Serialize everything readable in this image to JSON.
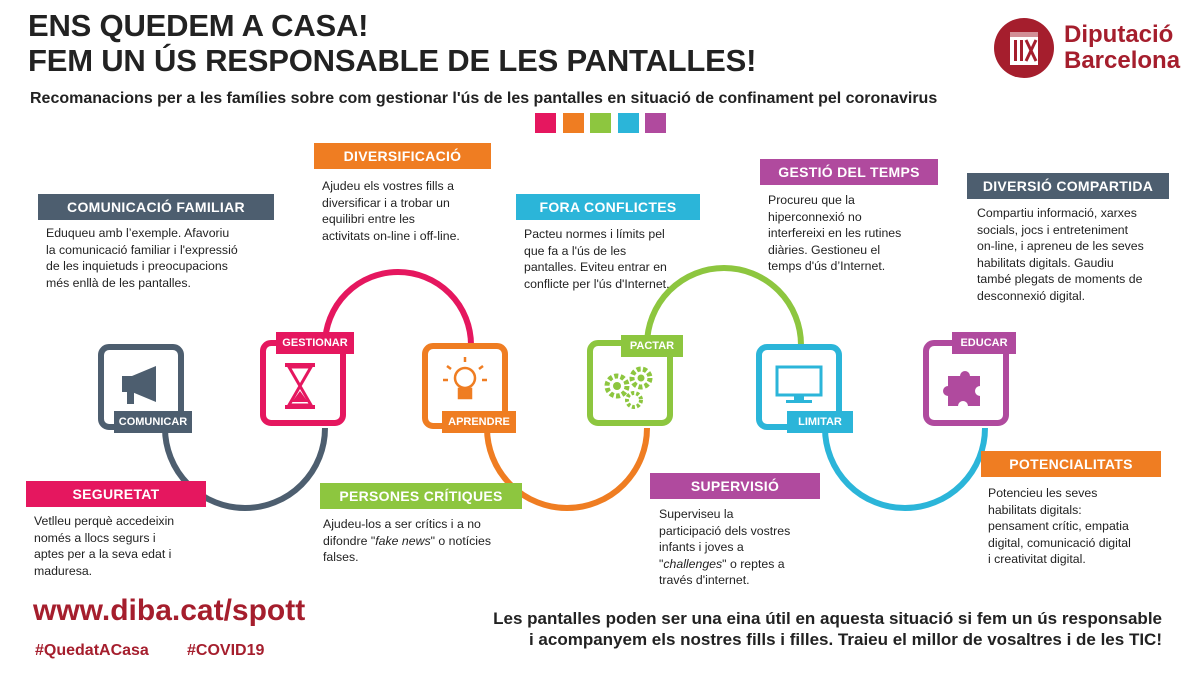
{
  "header": {
    "title_line1": "ENS QUEDEM A CASA!",
    "title_line2": "FEM UN ÚS RESPONSABLE DE LES PANTALLES!",
    "subtitle": "Recomanacions per a les famílies sobre com gestionar l'ús de les pantalles en situació de confinament pel coronavirus"
  },
  "logo": {
    "line1": "Diputació",
    "line2": "Barcelona",
    "color": "#a51e2d"
  },
  "palette": [
    "#e5175f",
    "#ef7d22",
    "#8dc63f",
    "#2bb5d9",
    "#b04a9e"
  ],
  "icons": {
    "comunicar": "megaphone-icon",
    "gestionar": "hourglass-icon",
    "aprendre": "lightbulb-icon",
    "pactar": "gears-icon",
    "limitar": "monitor-icon",
    "educar": "puzzle-icon"
  },
  "stations": {
    "comunicar": "COMUNICAR",
    "gestionar": "GESTIONAR",
    "aprendre": "APRENDRE",
    "pactar": "PACTAR",
    "limitar": "LIMITAR",
    "educar": "EDUCAR"
  },
  "cards": {
    "comunicacio": {
      "title": "COMUNICACIÓ FAMILIAR",
      "lines": [
        "Eduqueu amb l’exemple. Afavoriu",
        "la comunicació familiar i l'expressió",
        "de les inquietuds i preocupacions",
        "més enllà de les pantalles."
      ]
    },
    "diversificacio": {
      "title": "DIVERSIFICACIÓ",
      "lines": [
        "Ajudeu els vostres fills a",
        "diversificar i a trobar un",
        "equilibri entre les",
        "activitats on-line i off-line."
      ]
    },
    "fora": {
      "title": "FORA CONFLICTES",
      "lines": [
        "Pacteu normes i límits pel",
        "que fa a l'ús de les",
        "pantalles. Eviteu entrar en",
        "conflicte per l'ús d'Internet."
      ]
    },
    "gestio": {
      "title": "GESTIÓ DEL TEMPS",
      "lines": [
        "Procureu que la",
        "hiperconnexió no",
        "interfereixi en les rutines",
        "diàries. Gestioneu el",
        "temps d'ús d’Internet."
      ]
    },
    "diversio": {
      "title": "DIVERSIÓ COMPARTIDA",
      "lines": [
        "Compartiu informació, xarxes",
        "socials, jocs i entreteniment",
        "on-line, i apreneu de les seves",
        "habilitats digitals. Gaudiu",
        "també plegats de moments de",
        "desconnexió digital."
      ]
    },
    "seguretat": {
      "title": "SEGURETAT",
      "lines": [
        "Vetlleu perquè accedeixin",
        "només a llocs segurs i",
        "aptes per a la seva edat i",
        "maduresa."
      ]
    },
    "persones": {
      "title": "PERSONES CRÍTIQUES",
      "line1": "Ajudeu-los a ser crítics i a no",
      "line2_pre": "difondre \"",
      "line2_em": "fake news",
      "line2_post": "\" o notícies",
      "line3": "falses."
    },
    "supervisio": {
      "title": "SUPERVISIÓ",
      "line1": "Superviseu la",
      "line2": "participació dels vostres",
      "line3": "infants i joves a",
      "line4_pre": "\"",
      "line4_em": "challenges",
      "line4_post": "\" o reptes a",
      "line5": "través d'internet."
    },
    "potencialitats": {
      "title": "POTENCIALITATS",
      "lines": [
        "Potencieu les seves",
        "habilitats digitals:",
        "pensament crític, empatia",
        "digital, comunicació digital",
        "i creativitat digital."
      ]
    }
  },
  "footer": {
    "url": "www.diba.cat/spott",
    "hashtag1": "#QuedatACasa",
    "hashtag2": "#COVID19",
    "closing_line1": "Les pantalles poden ser una eina útil en aquesta situació si fem un ús responsable",
    "closing_line2": "i acompanyem els nostres fills i filles. Traieu el millor de vosaltres i de les TIC!"
  }
}
